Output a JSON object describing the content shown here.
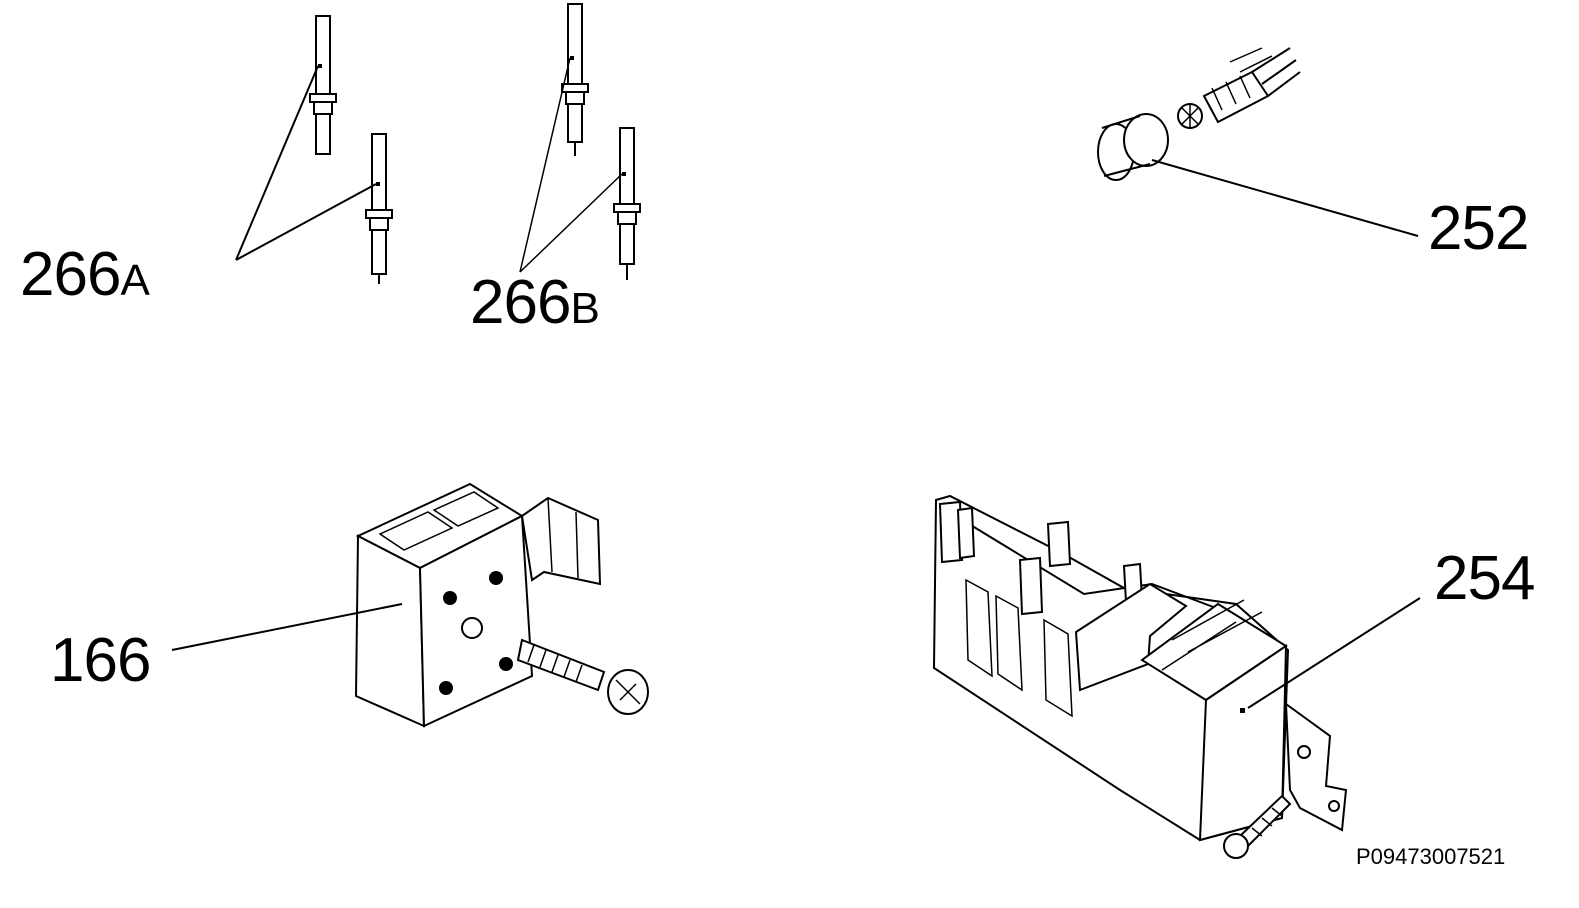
{
  "labels": {
    "p266a_num": "266",
    "p266a_suffix": "A",
    "p266b_num": "266",
    "p266b_suffix": "B",
    "p252": "252",
    "p254": "254",
    "p166": "166",
    "drawing_code": "P09473007521"
  }
}
